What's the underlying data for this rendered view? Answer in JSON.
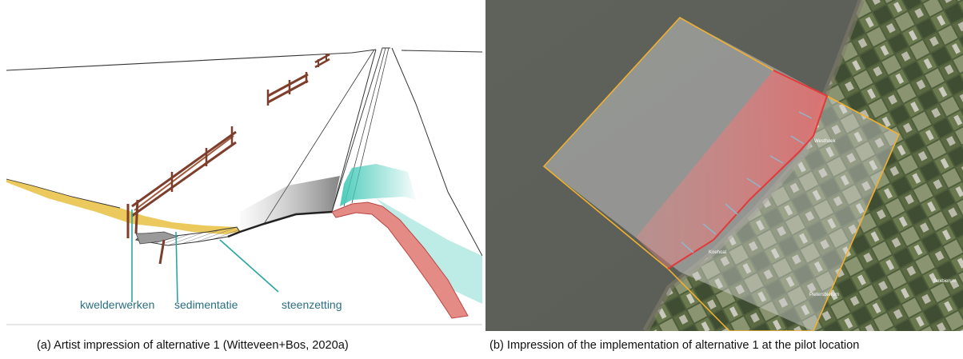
{
  "figure_a": {
    "labels": {
      "kwelderwerken": "kwelderwerken",
      "sedimentatie": "sedimentatie",
      "steenzetting": "steenzetting"
    },
    "caption": "(a) Artist impression of alternative 1 (Witteveen+Bos, 2020a)"
  },
  "figure_b": {
    "place_labels": {
      "label_1": "Westhoek",
      "label_2": "Koehoal",
      "label_3": "Pietersbierum",
      "label_4": "Sexbierum"
    },
    "caption": "(b) Impression of the implementation of alternative 1 at the pilot location"
  },
  "colors": {
    "sky_line": "#333333",
    "yellow_sediment": "#e9c34a",
    "stone_grey": "#8a8a8a",
    "dike_red": "#e58b86",
    "dike_teal": "#43c9b8",
    "fence_brown": "#7d3f2b",
    "label_teal": "#2a6f80",
    "leader_teal": "#2aa6a1",
    "polygon_yellow": "#f0b030",
    "polygon_red": "#e23a3a",
    "sea_grey": "#5c5f58"
  }
}
